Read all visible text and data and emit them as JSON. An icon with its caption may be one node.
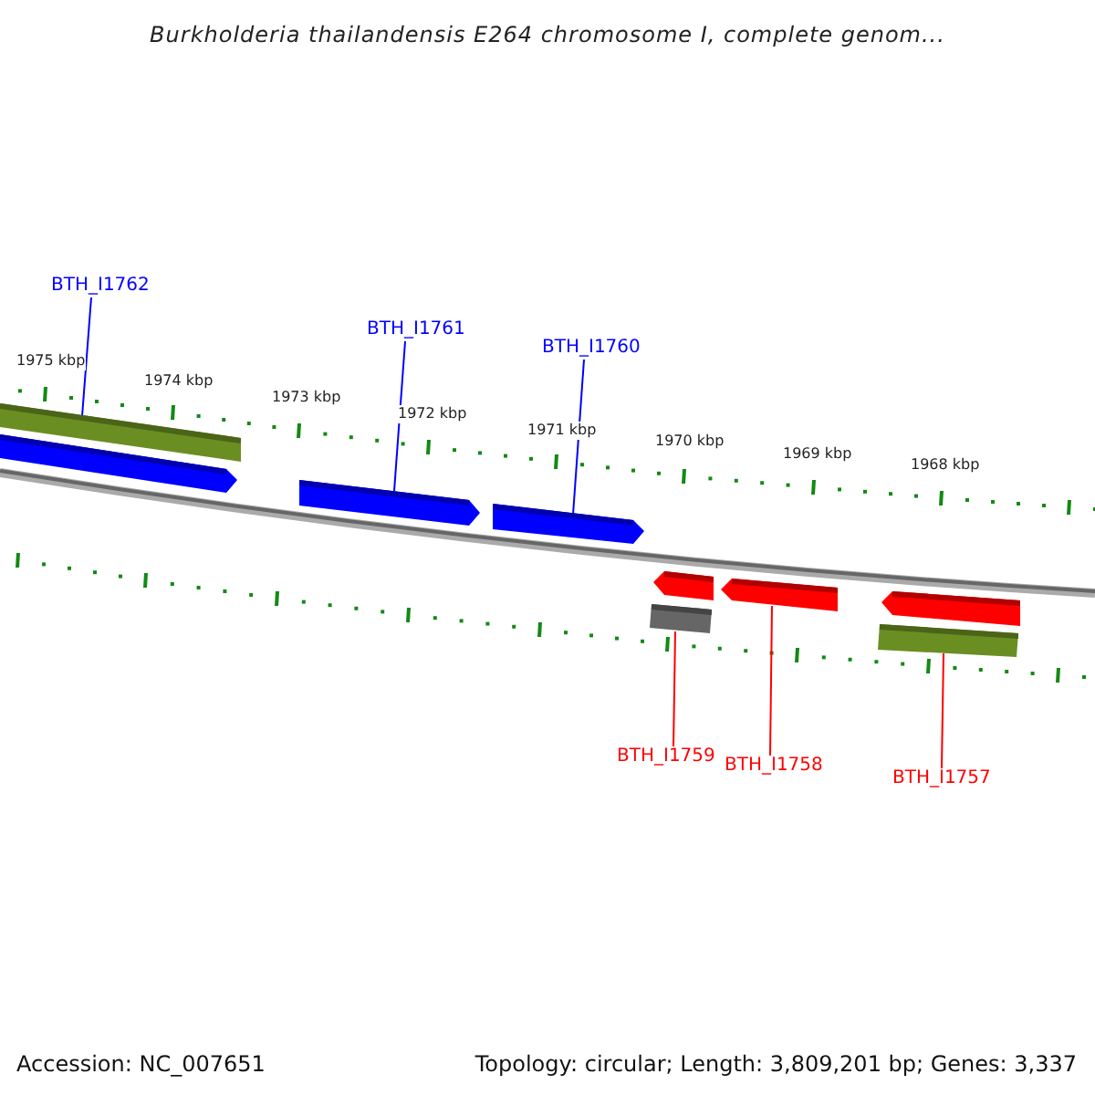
{
  "diagram": {
    "title": "Burkholderia thailandensis E264 chromosome I, complete genom...",
    "nodes": [
      {
        "text": [
          "BTH_I1762"
        ]
      },
      {
        "text": [
          "BTH_I1761"
        ]
      },
      {
        "text": [
          "BTH_I1760"
        ]
      },
      {
        "text": [],
        "shape": "bar"
      },
      {
        "text": [],
        "shape": "arrow"
      },
      {
        "text": [],
        "shape": "arrow"
      },
      {
        "text": [],
        "shape": "arrow"
      },
      {
        "text": [],
        "shape": "arrow"
      },
      {
        "text": [],
        "shape": "arrow"
      },
      {
        "text": [],
        "shape": "arrow"
      },
      {
        "text": [],
        "shape": "bar"
      },
      {
        "text": [],
        "shape": "bar"
      },
      {
        "text": [
          "BTH_I1759"
        ]
      },
      {
        "text": [
          "BTH_I1758"
        ]
      },
      {
        "text": [
          "BTH_I1757"
        ]
      }
    ],
    "edges": [
      {
        "from": 0,
        "to": 3,
        "arrow": "none",
        "color": "#0000ff"
      },
      {
        "from": 1,
        "to": 5,
        "arrow": "none",
        "color": "#0000ff"
      },
      {
        "from": 2,
        "to": 6,
        "arrow": "none",
        "color": "#0000ff"
      },
      {
        "from": 12,
        "to": 10,
        "arrow": "none",
        "color": "#ff0000"
      },
      {
        "from": 13,
        "to": 8,
        "arrow": "none",
        "color": "#ff0000"
      },
      {
        "from": 14,
        "to": 11,
        "arrow": "none",
        "color": "#ff0000"
      }
    ],
    "labels": [
      "1975 kbp",
      "1974 kbp",
      "1973 kbp",
      "1972 kbp",
      "1971 kbp",
      "1970 kbp",
      "1969 kbp",
      "1968 kbp",
      "Accession: NC_007651",
      "Topology: circular; Length: 3,809,201 bp; Genes: 3,337"
    ]
  }
}
